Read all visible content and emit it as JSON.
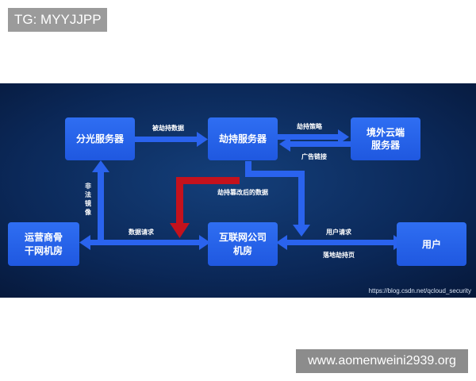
{
  "watermarks": {
    "top_left": "TG: MYYJJPP",
    "bottom_right": "www.aomenweini2939.org"
  },
  "diagram": {
    "nodes": {
      "fenguang": [
        "分光服务器"
      ],
      "jiechi": [
        "劫持服务器"
      ],
      "overseas": [
        "境外云端",
        "服务器"
      ],
      "operator": [
        "运营商骨",
        "干网机房"
      ],
      "isp": [
        "互联网公司",
        "机房"
      ],
      "user": [
        "用户"
      ]
    },
    "edges": {
      "hijacked_data": "被劫持数据",
      "hijack_strategy": "劫持策略",
      "ad_link": "广告链接",
      "illegal_mirror": [
        "非",
        "法",
        "镜",
        "像"
      ],
      "modified_data": "劫持篡改后的数据",
      "data_request": "数据请求",
      "user_request": "用户请求",
      "landing_page": "落地劫持页"
    },
    "url": "https://blog.csdn.net/qcloud_security"
  }
}
